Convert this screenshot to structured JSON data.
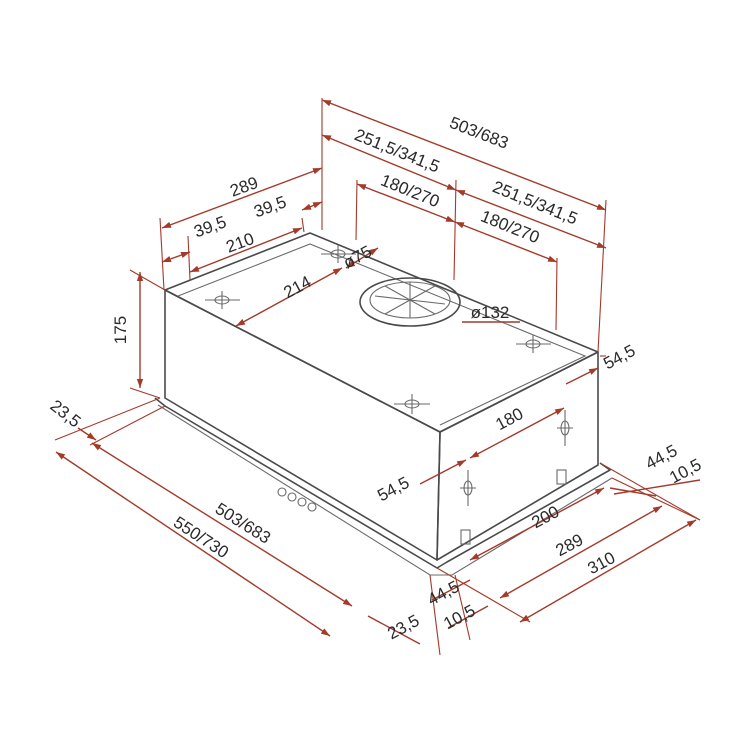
{
  "colors": {
    "dimension_line": "#a33a2a",
    "outline": "#4a4a4a",
    "text": "#2a2a2a"
  },
  "dimensions": {
    "top_overall_width": "503/683",
    "top_half_left": "251,5/341,5",
    "top_half_right": "251,5/341,5",
    "top_inner_left": "180/270",
    "top_inner_right": "180/270",
    "side_depth": "289",
    "side_offset_a": "39,5",
    "side_offset_b": "39,5",
    "side_mid": "210",
    "hole_span": "214",
    "hole_dia_small": "ø75",
    "outlet_dia": "ø132",
    "height": "175",
    "front_lip_left": "23,5",
    "front_width": "503/683",
    "front_overall": "550/730",
    "front_lip_right": "23,5",
    "right_offset_top": "54,5",
    "right_mid": "180",
    "right_offset_low": "54,5",
    "right_44": "44,5",
    "right_10": "10,5",
    "bottom_44": "44,5",
    "bottom_10": "10,5",
    "bottom_200": "200",
    "bottom_289": "289",
    "bottom_310": "310"
  }
}
